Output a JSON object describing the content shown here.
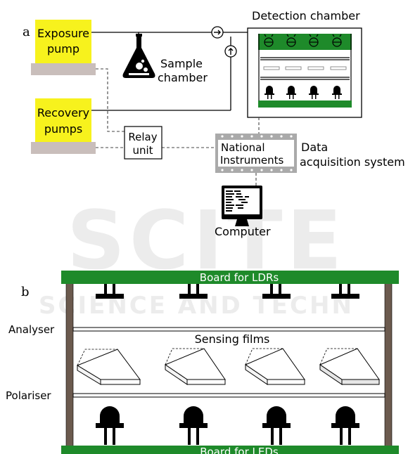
{
  "watermark": {
    "big": "SCITE",
    "small": "SCIENCE AND TECHN"
  },
  "panel_a": {
    "label": "a",
    "exposure_pump": {
      "line1": "Exposure",
      "line2": "pump"
    },
    "recovery_pumps": {
      "line1": "Recovery",
      "line2": "pumps"
    },
    "sample_chamber": {
      "line1": "Sample",
      "line2": "chamber"
    },
    "detection_chamber": "Detection chamber",
    "relay_unit": {
      "line1": "Relay",
      "line2": "unit"
    },
    "national_instruments": {
      "line1": "National",
      "line2": "Instruments"
    },
    "daq": {
      "line1": "Data",
      "line2": "acquisition system"
    },
    "computer": "Computer"
  },
  "panel_b": {
    "label": "b",
    "board_ldr": "Board for LDRs",
    "board_led": "Board for LEDs",
    "analyser": "Analyser",
    "polariser": "Polariser",
    "sensing_films": "Sensing films"
  },
  "colors": {
    "pump_yellow": "#f7f21d",
    "pump_base": "#c9bebb",
    "board_green": "#1e8a2a",
    "post_brown": "#6b5a4e"
  }
}
